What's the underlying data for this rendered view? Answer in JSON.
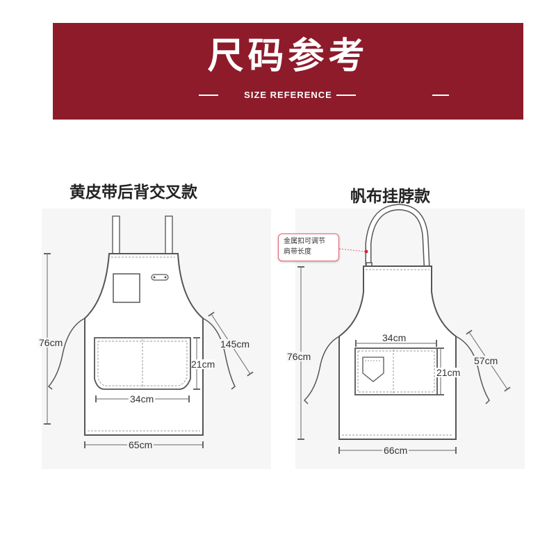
{
  "banner": {
    "title": "尺码参考",
    "subtitle": "SIZE REFERENCE",
    "background_color": "#8e1b2a"
  },
  "left_apron": {
    "title": "黄皮带后背交叉款",
    "height_label": "76cm",
    "strap_label": "145cm",
    "pocket_height_label": "21cm",
    "pocket_width_label": "34cm",
    "width_label": "65cm"
  },
  "right_apron": {
    "title": "帆布挂脖款",
    "note_line1": "金属扣可调节",
    "note_line2": "肩带长度",
    "pocket_width_label": "34cm",
    "height_label": "76cm",
    "strap_label": "57cm",
    "pocket_height_label": "21cm",
    "width_label": "66cm",
    "note_border_color": "#e06070"
  }
}
